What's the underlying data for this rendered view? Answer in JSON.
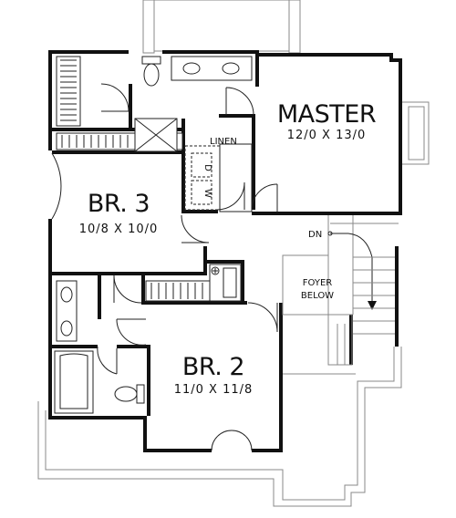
{
  "rooms": {
    "master": {
      "name": "MASTER",
      "dims": "12/0 X 13/0"
    },
    "br3": {
      "name": "BR. 3",
      "dims": "10/8 X 10/0"
    },
    "br2": {
      "name": "BR. 2",
      "dims": "11/0 X 11/8"
    }
  },
  "labels": {
    "linen": "LINEN",
    "washer": "W",
    "dryer": "D",
    "stair_dn": "DN",
    "foyer_line1": "FOYER",
    "foyer_line2": "BELOW"
  }
}
